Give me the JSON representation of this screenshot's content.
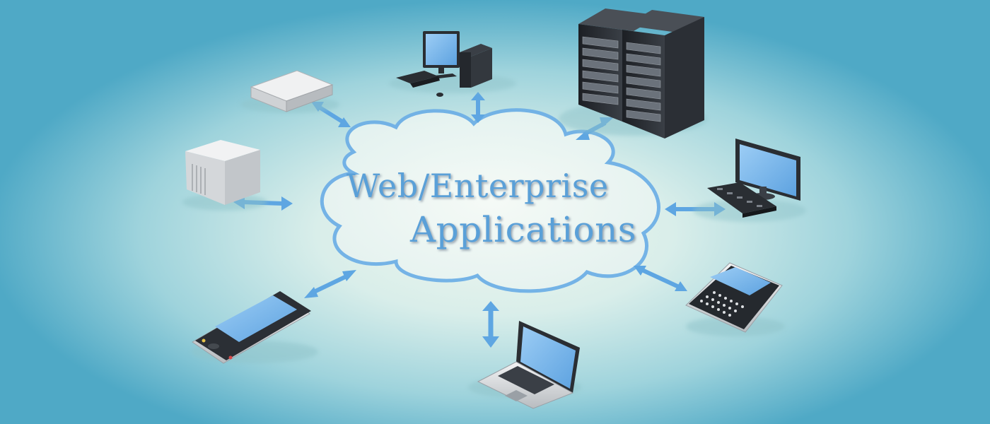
{
  "title": {
    "line1": "Web/Enterprise",
    "line2": "Applications"
  },
  "colors": {
    "cloud_stroke": "#6fb0e6",
    "title_text": "#5aa0d8",
    "arrow": "#5ea6e2",
    "screen": "#78b8f0",
    "device_dark": "#262a30",
    "device_light": "#e4e6e8"
  },
  "devices": [
    {
      "name": "set-top-box",
      "icon": "set-top-box-icon"
    },
    {
      "name": "desktop-computer-top",
      "icon": "desktop-computer-icon"
    },
    {
      "name": "server-racks",
      "icon": "server-rack-icon"
    },
    {
      "name": "tower-server",
      "icon": "tower-server-icon"
    },
    {
      "name": "monitor-keyboard",
      "icon": "monitor-keyboard-icon"
    },
    {
      "name": "smartphone",
      "icon": "smartphone-icon"
    },
    {
      "name": "laptop",
      "icon": "laptop-icon"
    },
    {
      "name": "qwerty-phone",
      "icon": "qwerty-phone-icon"
    }
  ]
}
